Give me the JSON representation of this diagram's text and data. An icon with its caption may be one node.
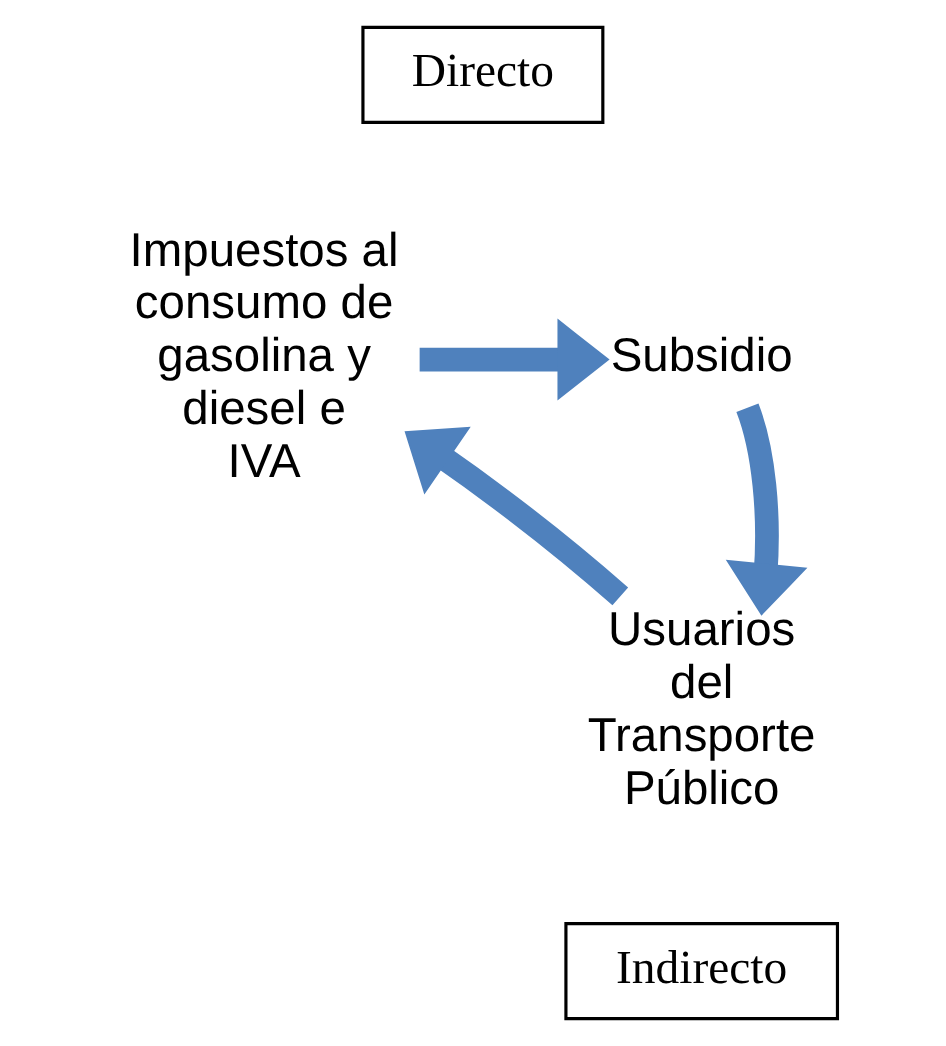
{
  "diagram": {
    "nodes": [
      {
        "text": [
          "Impuestos al consumo de gasolina y diesel e IVA"
        ]
      },
      {
        "text": [
          "Subsidio"
        ]
      },
      {
        "text": [
          "Usuarios del Transporte Público"
        ]
      },
      {
        "text": [
          "Directo"
        ]
      },
      {
        "text": [
          "Indirecto"
        ]
      }
    ],
    "edges": [
      {
        "from": 0,
        "to": 1,
        "arrow": "to"
      },
      {
        "from": 1,
        "to": 2,
        "arrow": "to"
      },
      {
        "from": 2,
        "to": 0,
        "arrow": "to"
      }
    ]
  }
}
